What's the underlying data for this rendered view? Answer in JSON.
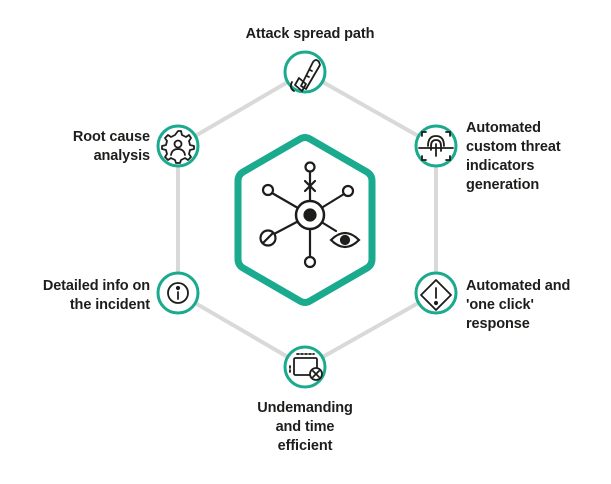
{
  "colors": {
    "accent": "#1aaa8e",
    "ring": "#d9d9d9",
    "text": "#1d1d1b",
    "icon": "#1d1d1b"
  },
  "center": {
    "icon": "network-hub-icon"
  },
  "nodes": [
    {
      "key": "top",
      "label": "Attack spread path",
      "icon": "chainsaw-icon"
    },
    {
      "key": "upper-right",
      "label": "Automated\ncustom threat\nindicators\ngeneration",
      "icon": "fingerprint-scan-icon"
    },
    {
      "key": "lower-right",
      "label": "Automated and\n'one click'\nresponse",
      "icon": "warning-diamond-icon"
    },
    {
      "key": "bottom",
      "label": "Undemanding\nand time\nefficient",
      "icon": "screen-remove-icon"
    },
    {
      "key": "lower-left",
      "label": "Detailed info on\nthe incident",
      "icon": "info-icon"
    },
    {
      "key": "upper-left",
      "label": "Root cause\nanalysis",
      "icon": "gear-user-icon"
    }
  ]
}
